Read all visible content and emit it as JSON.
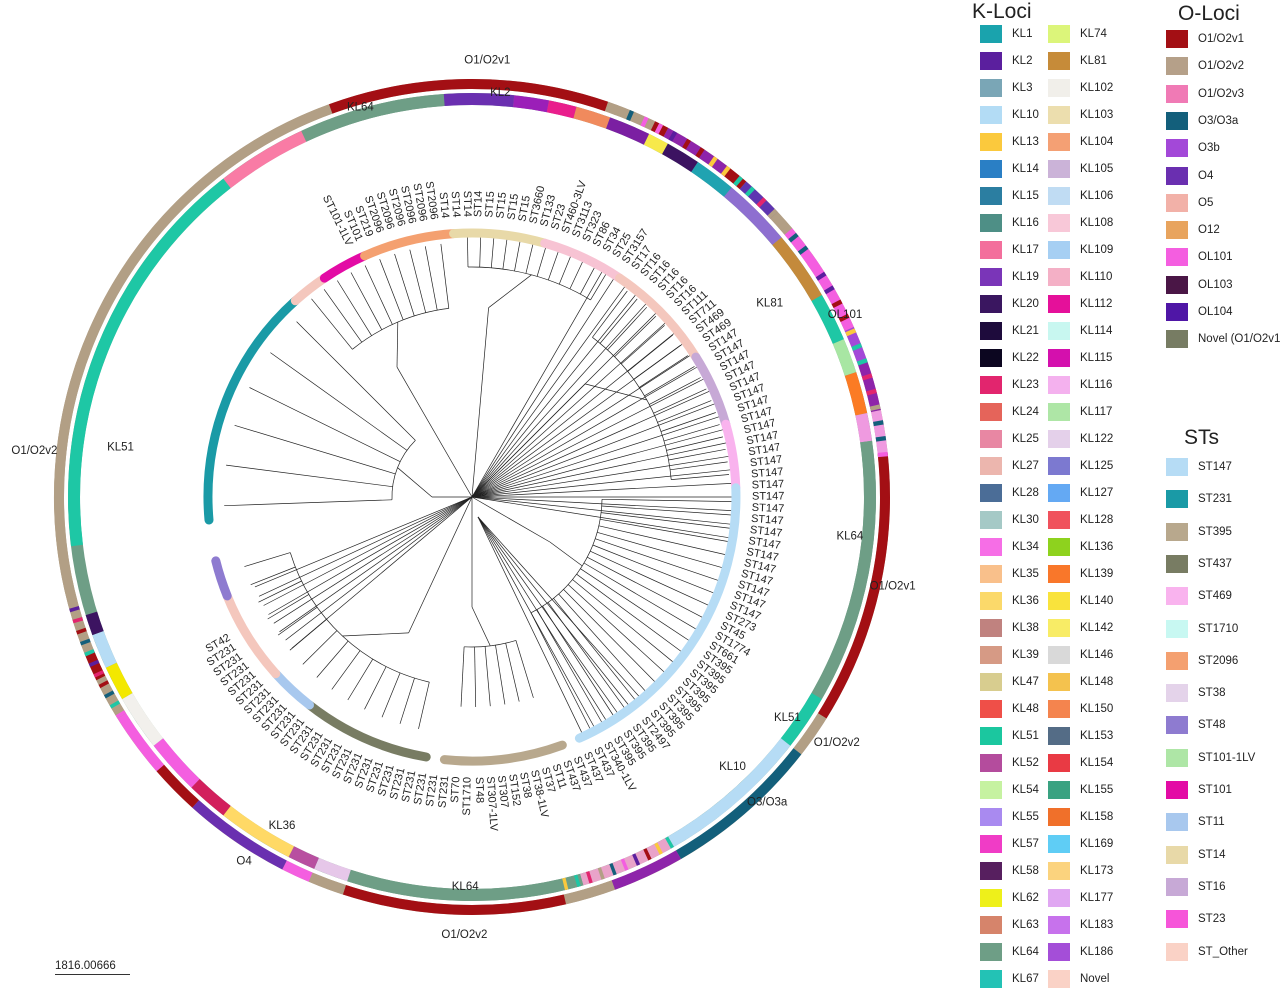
{
  "tree": {
    "ring_labels": [
      {
        "text": "O1/O2v1",
        "angle": 2,
        "r": 437,
        "rot": 0
      },
      {
        "text": "KL2",
        "angle": 4,
        "r": 405,
        "rot": 0
      },
      {
        "text": "KL64",
        "angle": -16,
        "r": 405,
        "rot": -10
      },
      {
        "text": "OL101",
        "angle": 64,
        "r": 415,
        "rot": 0
      },
      {
        "text": "KL81",
        "angle": 57,
        "r": 355,
        "rot": 0
      },
      {
        "text": "KL64",
        "angle": 96,
        "r": 380,
        "rot": 0
      },
      {
        "text": "O1/O2v1",
        "angle": 102,
        "r": 430,
        "rot": 0
      },
      {
        "text": "KL51",
        "angle": 125,
        "r": 385,
        "rot": 0
      },
      {
        "text": "O1/O2v2",
        "angle": 124,
        "r": 440,
        "rot": 0
      },
      {
        "text": "KL10",
        "angle": 136,
        "r": 375,
        "rot": 0
      },
      {
        "text": "O3/O3a",
        "angle": 136,
        "r": 425,
        "rot": 0
      },
      {
        "text": "KL64",
        "angle": 181,
        "r": 390,
        "rot": 0
      },
      {
        "text": "O1/O2v2",
        "angle": 181,
        "r": 438,
        "rot": 0
      },
      {
        "text": "KL36",
        "angle": 210,
        "r": 380,
        "rot": 0
      },
      {
        "text": "O4",
        "angle": 212,
        "r": 430,
        "rot": 0
      },
      {
        "text": "KL51",
        "angle": -82,
        "r": 355,
        "rot": 0
      },
      {
        "text": "O1/O2v2",
        "angle": -84,
        "r": 440,
        "rot": 0
      }
    ],
    "outer_ring": [
      {
        "from": -107,
        "to": -20,
        "color": "#b29f85"
      },
      {
        "from": -20,
        "to": 19,
        "color": "#a30f14"
      },
      {
        "from": 19,
        "to": 26,
        "color": "#b29f85"
      },
      {
        "from": 26,
        "to": 28,
        "color": "#a30f14"
      },
      {
        "from": 28,
        "to": 38,
        "color": "#8e24aa"
      },
      {
        "from": 38,
        "to": 41,
        "color": "#a30f14"
      },
      {
        "from": 41,
        "to": 47,
        "color": "#5e35b1"
      },
      {
        "from": 47,
        "to": 50,
        "color": "#b29f85"
      },
      {
        "from": 50,
        "to": 66,
        "color": "#f45ee0"
      },
      {
        "from": 66,
        "to": 71,
        "color": "#a348d8"
      },
      {
        "from": 71,
        "to": 78,
        "color": "#8e24aa"
      },
      {
        "from": 78,
        "to": 84,
        "color": "#ef9ae0"
      },
      {
        "from": 84,
        "to": 122,
        "color": "#a30f14"
      },
      {
        "from": 122,
        "to": 128,
        "color": "#b29f85"
      },
      {
        "from": 128,
        "to": 150,
        "color": "#135f7b"
      },
      {
        "from": 150,
        "to": 160,
        "color": "#8e24aa"
      },
      {
        "from": 160,
        "to": 167,
        "color": "#b29f85"
      },
      {
        "from": 167,
        "to": 198,
        "color": "#a30f14"
      },
      {
        "from": 198,
        "to": 203,
        "color": "#b29f85"
      },
      {
        "from": 203,
        "to": 207,
        "color": "#f45ee0"
      },
      {
        "from": 207,
        "to": 222,
        "color": "#6a2fb0"
      },
      {
        "from": 222,
        "to": 229,
        "color": "#a30f14"
      },
      {
        "from": 229,
        "to": 238,
        "color": "#f45ee0"
      },
      {
        "from": 238,
        "to": 244,
        "color": "#b29f85"
      },
      {
        "from": 244,
        "to": 248,
        "color": "#a30f14"
      },
      {
        "from": 248,
        "to": 253,
        "color": "#b29f85"
      }
    ],
    "inner_ring": [
      {
        "from": -97,
        "to": -38,
        "color": "#1ec7a5"
      },
      {
        "from": -38,
        "to": -25,
        "color": "#f97ba5"
      },
      {
        "from": -25,
        "to": -4,
        "color": "#6e9e86"
      },
      {
        "from": -4,
        "to": 6,
        "color": "#6a2fb0"
      },
      {
        "from": 6,
        "to": 11,
        "color": "#9b1fb8"
      },
      {
        "from": 11,
        "to": 15,
        "color": "#e91e8c"
      },
      {
        "from": 15,
        "to": 20,
        "color": "#f08a5d"
      },
      {
        "from": 20,
        "to": 26,
        "color": "#7b1fa2"
      },
      {
        "from": 26,
        "to": 29,
        "color": "#f7e94b"
      },
      {
        "from": 29,
        "to": 34,
        "color": "#3c1361"
      },
      {
        "from": 34,
        "to": 40,
        "color": "#20a3b1"
      },
      {
        "from": 40,
        "to": 50,
        "color": "#8e6fd0"
      },
      {
        "from": 50,
        "to": 60,
        "color": "#c48a3b"
      },
      {
        "from": 60,
        "to": 67,
        "color": "#1ec7a5"
      },
      {
        "from": 67,
        "to": 72,
        "color": "#a8e6a3"
      },
      {
        "from": 72,
        "to": 78,
        "color": "#fb7b24"
      },
      {
        "from": 78,
        "to": 82,
        "color": "#ef9ae0"
      },
      {
        "from": 82,
        "to": 120,
        "color": "#6e9e86"
      },
      {
        "from": 120,
        "to": 128,
        "color": "#1ec7a5"
      },
      {
        "from": 128,
        "to": 150,
        "color": "#b6dcf5"
      },
      {
        "from": 150,
        "to": 164,
        "color": "#e9a3c9"
      },
      {
        "from": 164,
        "to": 198,
        "color": "#6e9e86"
      },
      {
        "from": 198,
        "to": 203,
        "color": "#e6c7e9"
      },
      {
        "from": 203,
        "to": 207,
        "color": "#b84fa0"
      },
      {
        "from": 207,
        "to": 218,
        "color": "#ffd966"
      },
      {
        "from": 218,
        "to": 224,
        "color": "#d21f5c"
      },
      {
        "from": 224,
        "to": 232,
        "color": "#f45ee0"
      },
      {
        "from": 232,
        "to": 240,
        "color": "#f2f0ec"
      },
      {
        "from": 240,
        "to": 245,
        "color": "#f3e800"
      },
      {
        "from": 245,
        "to": 250,
        "color": "#b6dcf5"
      },
      {
        "from": 250,
        "to": 253,
        "color": "#3c1361"
      }
    ],
    "clades": [
      {
        "from": -95,
        "to": -42,
        "color": "#1a9aa6"
      },
      {
        "from": -42,
        "to": -34,
        "color": "#f4c7bd"
      },
      {
        "from": -34,
        "to": -24,
        "color": "#e30ba5"
      },
      {
        "from": -24,
        "to": -4,
        "color": "#f4a070"
      },
      {
        "from": -4,
        "to": 16,
        "color": "#e8d9a8"
      },
      {
        "from": 16,
        "to": 34,
        "color": "#f7c3d3"
      },
      {
        "from": 34,
        "to": 58,
        "color": "#f4c7bd"
      },
      {
        "from": 58,
        "to": 74,
        "color": "#c7a9d6"
      },
      {
        "from": 74,
        "to": 88,
        "color": "#f9b3ee"
      },
      {
        "from": 88,
        "to": 156,
        "color": "#b6dcf5"
      },
      {
        "from": 160,
        "to": 186,
        "color": "#b8a88d"
      },
      {
        "from": 190,
        "to": 218,
        "color": "#787c63"
      },
      {
        "from": 218,
        "to": 228,
        "color": "#a8c8ee"
      },
      {
        "from": 228,
        "to": 248,
        "color": "#f4c7bd"
      },
      {
        "from": 248,
        "to": 256,
        "color": "#8e7bd0"
      }
    ],
    "st_labels": [
      "ST101-1LV",
      "ST101",
      "ST219",
      "ST2096",
      "ST2096",
      "ST2096",
      "ST2096",
      "ST2096",
      "ST2096",
      "ST14",
      "ST14",
      "ST14",
      "ST14",
      "ST15",
      "ST15",
      "ST15",
      "ST15",
      "ST3660",
      "ST133",
      "ST23",
      "ST460-3LV",
      "ST3113",
      "ST323",
      "ST86",
      "ST34",
      "ST25",
      "ST3157",
      "ST17",
      "ST16",
      "ST16",
      "ST16",
      "ST16",
      "ST16",
      "ST111",
      "ST711",
      "ST469",
      "ST469",
      "ST147",
      "ST147",
      "ST147",
      "ST147",
      "ST147",
      "ST147",
      "ST147",
      "ST147",
      "ST147",
      "ST147",
      "ST147",
      "ST147",
      "ST147",
      "ST147",
      "ST147",
      "ST147",
      "ST147",
      "ST147",
      "ST147",
      "ST147",
      "ST147",
      "ST147",
      "ST147",
      "ST147",
      "ST147",
      "ST273",
      "ST45",
      "ST1774",
      "ST661",
      "ST395",
      "ST395",
      "ST395",
      "ST395",
      "ST395",
      "ST395",
      "ST395",
      "ST395",
      "ST2497",
      "ST395",
      "ST395",
      "ST395",
      "ST340-1LV",
      "ST437",
      "ST437",
      "ST437",
      "ST437",
      "ST11",
      "ST37",
      "ST38-1LV",
      "ST38",
      "ST152",
      "ST307",
      "ST307-1LV",
      "ST48",
      "ST1710",
      "ST70",
      "ST231",
      "ST231",
      "ST231",
      "ST231",
      "ST231",
      "ST231",
      "ST231",
      "ST231",
      "ST231",
      "ST231",
      "ST231",
      "ST231",
      "ST231",
      "ST231",
      "ST231",
      "ST231",
      "ST231",
      "ST231",
      "ST231",
      "ST231",
      "ST231",
      "ST231",
      "ST231",
      "ST231",
      "ST42"
    ],
    "scale_label": "1816.00666"
  },
  "legend": {
    "k_title": "K-Loci",
    "o_title": "O-Loci",
    "st_title": "STs",
    "k_loci": [
      {
        "label": "KL1",
        "color": "#1aa3ad"
      },
      {
        "label": "KL2",
        "color": "#5b1f9e"
      },
      {
        "label": "KL3",
        "color": "#7aa6b6"
      },
      {
        "label": "KL10",
        "color": "#b3dcf5"
      },
      {
        "label": "KL13",
        "color": "#fbc93d"
      },
      {
        "label": "KL14",
        "color": "#2a7fc5"
      },
      {
        "label": "KL15",
        "color": "#2b7ea1"
      },
      {
        "label": "KL16",
        "color": "#4e8f86"
      },
      {
        "label": "KL17",
        "color": "#f36f9c"
      },
      {
        "label": "KL19",
        "color": "#7a35b8"
      },
      {
        "label": "KL20",
        "color": "#3a1660"
      },
      {
        "label": "KL21",
        "color": "#1e0b3c"
      },
      {
        "label": "KL22",
        "color": "#0c0620"
      },
      {
        "label": "KL23",
        "color": "#e2256e"
      },
      {
        "label": "KL24",
        "color": "#e5645a"
      },
      {
        "label": "KL25",
        "color": "#e887a3"
      },
      {
        "label": "KL27",
        "color": "#ecb6ae"
      },
      {
        "label": "KL28",
        "color": "#4b6d97"
      },
      {
        "label": "KL30",
        "color": "#a5c9c6"
      },
      {
        "label": "KL34",
        "color": "#f66ee6"
      },
      {
        "label": "KL35",
        "color": "#f9c08b"
      },
      {
        "label": "KL36",
        "color": "#fbd96a"
      },
      {
        "label": "KL38",
        "color": "#c0827f"
      },
      {
        "label": "KL39",
        "color": "#d69a85"
      },
      {
        "label": "KL47",
        "color": "#d8cd8f"
      },
      {
        "label": "KL48",
        "color": "#ef4f48"
      },
      {
        "label": "KL51",
        "color": "#1bc79f"
      },
      {
        "label": "KL52",
        "color": "#b44c9d"
      },
      {
        "label": "KL54",
        "color": "#c6f2a1"
      },
      {
        "label": "KL55",
        "color": "#a98af0"
      },
      {
        "label": "KL57",
        "color": "#f03cc6"
      },
      {
        "label": "KL58",
        "color": "#571f5f"
      },
      {
        "label": "KL62",
        "color": "#eef01a"
      },
      {
        "label": "KL63",
        "color": "#d6846b"
      },
      {
        "label": "KL64",
        "color": "#6e9e86"
      },
      {
        "label": "KL67",
        "color": "#23c2b5"
      },
      {
        "label": "KL74",
        "color": "#dcf57a"
      },
      {
        "label": "KL81",
        "color": "#c68b39"
      },
      {
        "label": "KL102",
        "color": "#f1efea"
      },
      {
        "label": "KL103",
        "color": "#ecdeae"
      },
      {
        "label": "KL104",
        "color": "#f4a074"
      },
      {
        "label": "KL105",
        "color": "#cbb3d8"
      },
      {
        "label": "KL106",
        "color": "#c0dcf3"
      },
      {
        "label": "KL108",
        "color": "#f8c8d8"
      },
      {
        "label": "KL109",
        "color": "#a6cff3"
      },
      {
        "label": "KL110",
        "color": "#f4b0c6"
      },
      {
        "label": "KL112",
        "color": "#e5109a"
      },
      {
        "label": "KL114",
        "color": "#c8f7f0"
      },
      {
        "label": "KL115",
        "color": "#d410ad"
      },
      {
        "label": "KL116",
        "color": "#f4b1ee"
      },
      {
        "label": "KL117",
        "color": "#aee6a6"
      },
      {
        "label": "KL122",
        "color": "#e4d0ea"
      },
      {
        "label": "KL125",
        "color": "#7c79d0"
      },
      {
        "label": "KL127",
        "color": "#64a9f3"
      },
      {
        "label": "KL128",
        "color": "#f0525d"
      },
      {
        "label": "KL136",
        "color": "#8ed21e"
      },
      {
        "label": "KL139",
        "color": "#f9772a"
      },
      {
        "label": "KL140",
        "color": "#f9e33c"
      },
      {
        "label": "KL142",
        "color": "#f8ec66"
      },
      {
        "label": "KL146",
        "color": "#d9d9d9"
      },
      {
        "label": "KL148",
        "color": "#f4c24e"
      },
      {
        "label": "KL150",
        "color": "#f4844e"
      },
      {
        "label": "KL153",
        "color": "#546c86"
      },
      {
        "label": "KL154",
        "color": "#e93a44"
      },
      {
        "label": "KL155",
        "color": "#3aa281"
      },
      {
        "label": "KL158",
        "color": "#f0702a"
      },
      {
        "label": "KL169",
        "color": "#5fcdf5"
      },
      {
        "label": "KL173",
        "color": "#fbd37e"
      },
      {
        "label": "KL177",
        "color": "#e0a7f2"
      },
      {
        "label": "KL183",
        "color": "#c772ec"
      },
      {
        "label": "KL186",
        "color": "#a44ed8"
      },
      {
        "label": "Novel",
        "color": "#fad2c6"
      }
    ],
    "o_loci": [
      {
        "label": "O1/O2v1",
        "color": "#a30f14"
      },
      {
        "label": "O1/O2v2",
        "color": "#b5a089"
      },
      {
        "label": "O1/O2v3",
        "color": "#f07ab5"
      },
      {
        "label": "O3/O3a",
        "color": "#135f7b"
      },
      {
        "label": "O3b",
        "color": "#a348d8"
      },
      {
        "label": "O4",
        "color": "#6a2fb0"
      },
      {
        "label": "O5",
        "color": "#f2b1a8"
      },
      {
        "label": "O12",
        "color": "#e8a45e"
      },
      {
        "label": "OL101",
        "color": "#f45ee0"
      },
      {
        "label": "OL103",
        "color": "#4a1646"
      },
      {
        "label": "OL104",
        "color": "#4f16a6"
      },
      {
        "label": "Novel (O1/O2v1)",
        "color": "#777c63"
      }
    ],
    "sts": [
      {
        "label": "ST147",
        "color": "#b6dcf5"
      },
      {
        "label": "ST231",
        "color": "#1a9aa6"
      },
      {
        "label": "ST395",
        "color": "#b8a88d"
      },
      {
        "label": "ST437",
        "color": "#787c63"
      },
      {
        "label": "ST469",
        "color": "#f9b3ee"
      },
      {
        "label": "ST1710",
        "color": "#c8f8f2"
      },
      {
        "label": "ST2096",
        "color": "#f4a070"
      },
      {
        "label": "ST38",
        "color": "#e4d3ea"
      },
      {
        "label": "ST48",
        "color": "#8e7bd0"
      },
      {
        "label": "ST101-1LV",
        "color": "#aee6a6"
      },
      {
        "label": "ST101",
        "color": "#e30ba5"
      },
      {
        "label": "ST11",
        "color": "#a8c8ee"
      },
      {
        "label": "ST14",
        "color": "#e8d9a8"
      },
      {
        "label": "ST16",
        "color": "#c7a9d6"
      },
      {
        "label": "ST23",
        "color": "#f655d9"
      },
      {
        "label": "ST_Other",
        "color": "#fad2c6"
      }
    ]
  }
}
